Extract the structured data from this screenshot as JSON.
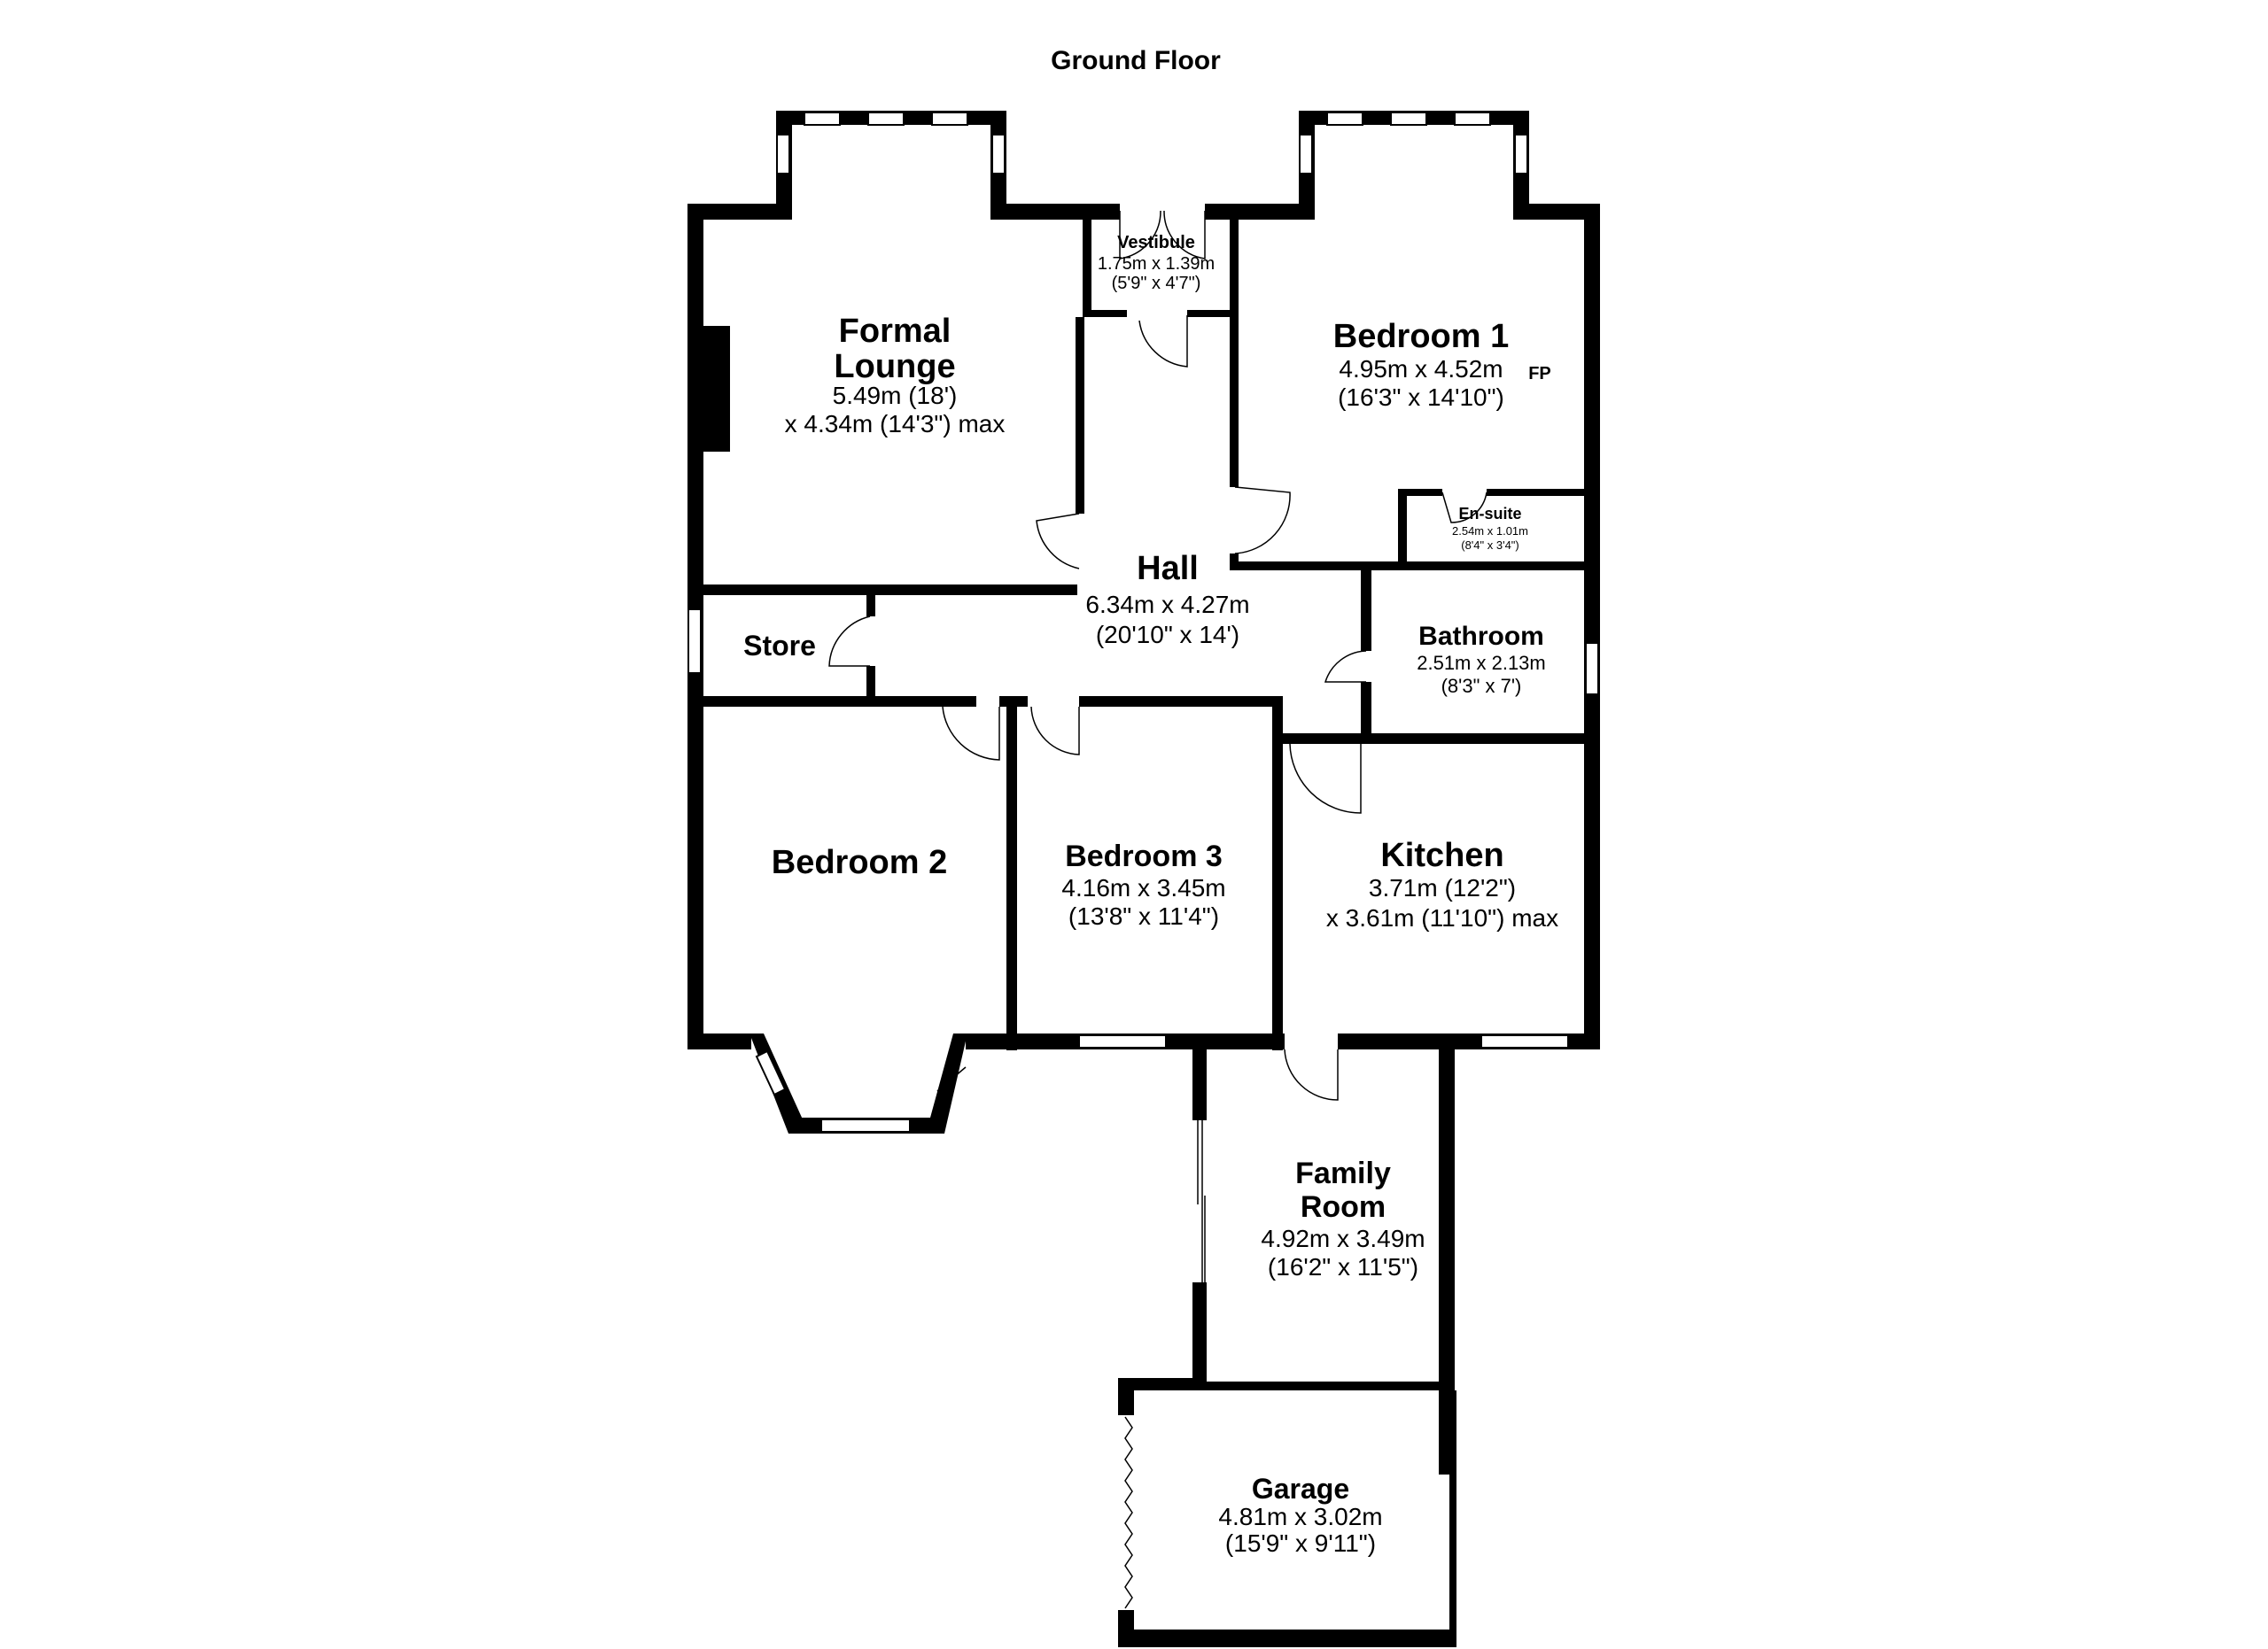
{
  "floor_title": "Ground Floor",
  "rooms": {
    "formal_lounge": {
      "name_1": "Formal",
      "name_2": "Lounge",
      "dim_1": "5.49m (18')",
      "dim_2": "x 4.34m (14'3\") max"
    },
    "vestibule": {
      "name": "Vestibule",
      "dim_1": "1.75m x 1.39m",
      "dim_2": "(5'9\" x 4'7\")"
    },
    "bedroom_1": {
      "name": "Bedroom 1",
      "dim_1": "4.95m x 4.52m",
      "dim_2": "(16'3\" x 14'10\")",
      "fireplace": "FP"
    },
    "en_suite": {
      "name": "En-suite",
      "dim_1": "2.54m x 1.01m",
      "dim_2": "(8'4\" x 3'4\")"
    },
    "hall": {
      "name": "Hall",
      "dim_1": "6.34m x 4.27m",
      "dim_2": "(20'10\" x 14')"
    },
    "store": {
      "name": "Store"
    },
    "bathroom": {
      "name": "Bathroom",
      "dim_1": "2.51m x 2.13m",
      "dim_2": "(8'3\" x 7')"
    },
    "bedroom_2": {
      "name": "Bedroom 2"
    },
    "bedroom_3": {
      "name": "Bedroom 3",
      "dim_1": "4.16m x 3.45m",
      "dim_2": "(13'8\" x 11'4\")"
    },
    "kitchen": {
      "name": "Kitchen",
      "dim_1": "3.71m (12'2\")",
      "dim_2": "x 3.61m (11'10\") max"
    },
    "family_room": {
      "name_1": "Family",
      "name_2": "Room",
      "dim_1": "4.92m x 3.49m",
      "dim_2": "(16'2\" x 11'5\")"
    },
    "garage": {
      "name": "Garage",
      "dim_1": "4.81m x 3.02m",
      "dim_2": "(15'9\" x 9'11\")"
    }
  }
}
